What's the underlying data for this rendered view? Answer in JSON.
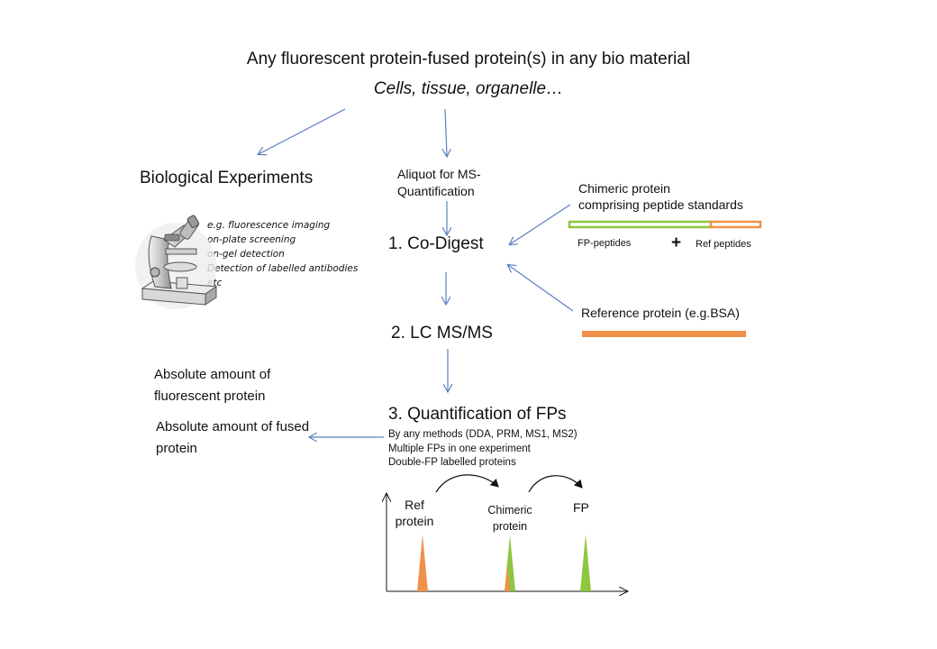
{
  "header": {
    "title": "Any fluorescent protein-fused protein(s) in any bio material",
    "subtitle": "Cells, tissue, organelle…"
  },
  "left_branch": {
    "title": "Biological Experiments",
    "notes": [
      "e.g. fluorescence imaging",
      "on-plate screening",
      "on-gel detection",
      "Detection of labelled antibodies",
      "etc"
    ]
  },
  "workflow": {
    "aliquot": "Aliquot for MS-Quantification",
    "step1": "1. Co-Digest",
    "step2": "2. LC MS/MS",
    "step3": "3. Quantification of FPs",
    "step3_details": [
      "By any methods (DDA, PRM, MS1, MS2)",
      "Multiple FPs in one experiment",
      "Double-FP labelled proteins"
    ]
  },
  "chimeric": {
    "label_line1": "Chimeric protein",
    "label_line2": "comprising peptide standards",
    "fp_peptides": "FP-peptides",
    "plus": "+",
    "ref_peptides": "Ref peptides"
  },
  "reference": {
    "label": "Reference protein (e.g.BSA)"
  },
  "outputs": {
    "fluorescent": "Absolute amount of fluorescent protein",
    "fused": "Absolute amount of fused protein"
  },
  "peaks": {
    "ref_label": "Ref protein",
    "chimeric_label": "Chimeric protein",
    "fp_label": "FP"
  },
  "colors": {
    "orange": "#F0914A",
    "green": "#8DC63F",
    "arrow_blue": "#5B7FBF",
    "text": "#111111"
  }
}
